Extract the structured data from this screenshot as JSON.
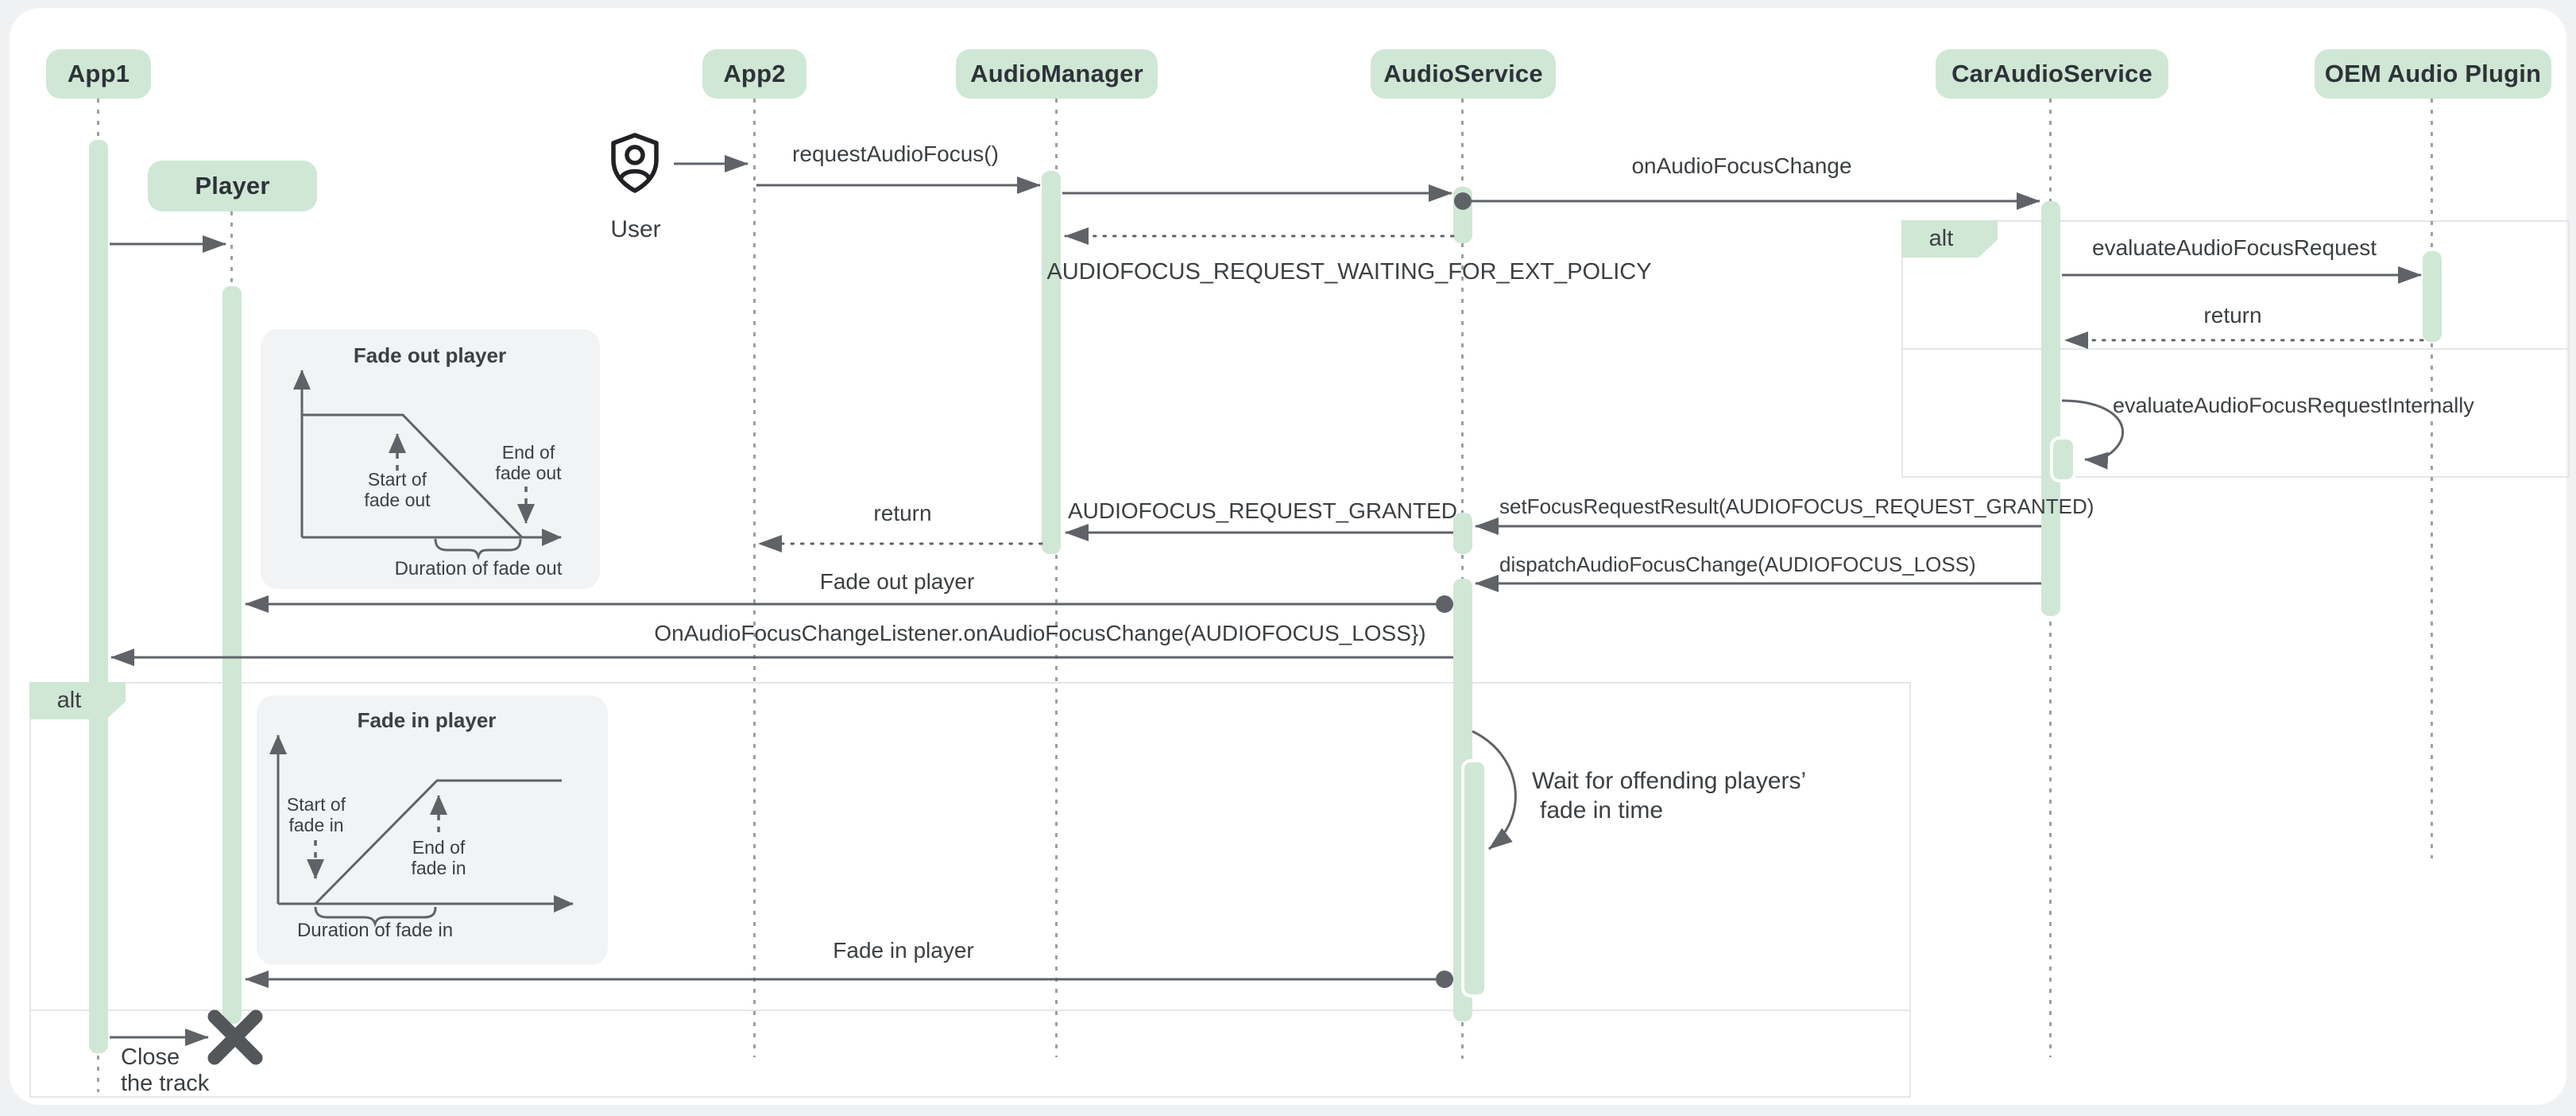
{
  "colors": {
    "accent_green": "#cfe7d4",
    "arrow_gray": "#5f6368",
    "text_gray": "#3c4043",
    "fragment_border": "#e4e6e9",
    "inset_bg": "#f1f3f4",
    "page_bg": "#eff1f3"
  },
  "participants": [
    {
      "label": "App1"
    },
    {
      "label": "Player"
    },
    {
      "label": "App2"
    },
    {
      "label": "AudioManager"
    },
    {
      "label": "AudioService"
    },
    {
      "label": "CarAudioService"
    },
    {
      "label": "OEM Audio Plugin"
    }
  ],
  "actor": {
    "label": "User"
  },
  "fragments": {
    "right": {
      "label": "alt"
    },
    "left": {
      "label": "alt"
    }
  },
  "messages": {
    "request_audio_focus": "requestAudioFocus()",
    "on_audio_focus_change": "onAudioFocusChange",
    "waiting": "AUDIOFOCUS_REQUEST_WAITING_FOR_EXT_POLICY",
    "evaluate": "evaluateAudioFocusRequest",
    "evaluate_return": "return",
    "evaluate_internally": "evaluateAudioFocusRequestInternally",
    "set_focus_result": "setFocusRequestResult(AUDIOFOCUS_REQUEST_GRANTED)",
    "granted": "AUDIOFOCUS_REQUEST_GRANTED",
    "manager_return": "return",
    "dispatch": "dispatchAudioFocusChange(AUDIOFOCUS_LOSS)",
    "fade_out": "Fade out player",
    "focus_loss_listener": "OnAudioFocusChangeListener.onAudioFocusChange(AUDIOFOCUS_LOSS})",
    "fade_in": "Fade in player",
    "close_line1": "Close",
    "close_line2": "the track"
  },
  "note": {
    "line1": "Wait for offending players’",
    "line2": "fade in time"
  },
  "insets": {
    "fade_out": {
      "title": "Fade out player",
      "start_line1": "Start of",
      "start_line2": "fade out",
      "end_line1": "End of",
      "end_line2": "fade out",
      "duration": "Duration of fade out"
    },
    "fade_in": {
      "title": "Fade in player",
      "start_line1": "Start of",
      "start_line2": "fade in",
      "end_line1": "End of",
      "end_line2": "fade in",
      "duration": "Duration of fade in"
    }
  }
}
